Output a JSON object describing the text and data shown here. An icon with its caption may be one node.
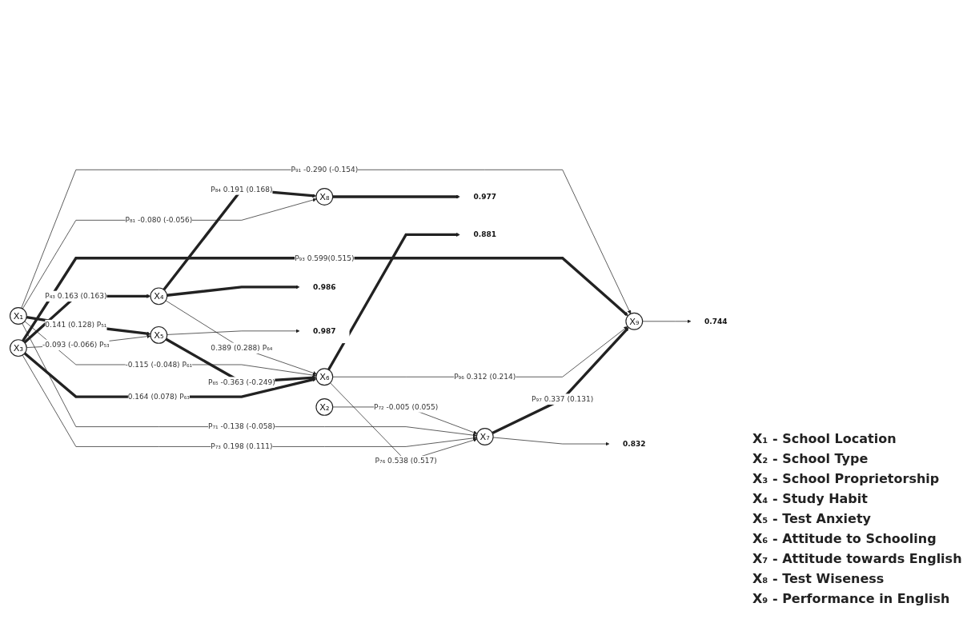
{
  "diagram": {
    "nodes": [
      {
        "text": [
          "X₁"
        ]
      },
      {
        "text": [
          "X₂"
        ]
      },
      {
        "text": [
          "X₃"
        ]
      },
      {
        "text": [
          "X₄"
        ]
      },
      {
        "text": [
          "X₅"
        ]
      },
      {
        "text": [
          "X₆"
        ]
      },
      {
        "text": [
          "X₇"
        ]
      },
      {
        "text": [
          "X₈"
        ]
      },
      {
        "text": [
          "X₉"
        ]
      },
      {
        "text": [
          "0.986"
        ]
      },
      {
        "text": [
          "0.977"
        ]
      },
      {
        "text": [
          "0.744"
        ]
      },
      {
        "text": [
          "0.832"
        ]
      },
      {
        "text": [
          "0.987"
        ]
      },
      {
        "text": [
          "0.881"
        ]
      }
    ],
    "edges": [
      {
        "from": 1,
        "to": 6,
        "arrow": "to",
        "label": "P₇₂ -0.005 (0.055)"
      },
      {
        "from": 2,
        "to": 3,
        "arrow": "to",
        "label": "P₄₃ 0.163 (0.163)",
        "style": "thick"
      },
      {
        "from": 3,
        "to": 9,
        "arrow": "to",
        "style": "thick"
      },
      {
        "from": 3,
        "to": 7,
        "arrow": "to",
        "label": "P₈₄ 0.191 (0.168)",
        "style": "thick"
      },
      {
        "from": 3,
        "to": 5,
        "arrow": "to",
        "label": "0.389 (0.288) P₆₄"
      },
      {
        "from": 7,
        "to": 10,
        "arrow": "to",
        "style": "thick"
      },
      {
        "from": 0,
        "to": 7,
        "arrow": "to",
        "label": "P₈₁ -0.080 (-0.056)"
      },
      {
        "from": 0,
        "to": 4,
        "arrow": "to",
        "label": "0.141 (0.128) P₅₁",
        "style": "thick"
      },
      {
        "from": 0,
        "to": 8,
        "arrow": "to",
        "label": "P₉₁ -0.290 (-0.154)"
      },
      {
        "from": 0,
        "to": 5,
        "arrow": "to",
        "label": "-0.115 (-0.048) P₆₁"
      },
      {
        "from": 0,
        "to": 6,
        "arrow": "to",
        "label": "P₇₁ -0.138 (-0.058)"
      },
      {
        "from": 2,
        "to": 4,
        "arrow": "to",
        "label": "-0.093 (-0.066) P₅₃"
      },
      {
        "from": 4,
        "to": 5,
        "arrow": "to",
        "label": "P₆₅ -0.363 (-0.249)",
        "style": "thick"
      },
      {
        "from": 4,
        "to": 13,
        "arrow": "to"
      },
      {
        "from": 2,
        "to": 8,
        "arrow": "to",
        "label": "P₉₃ 0.599(0.515)",
        "style": "thick"
      },
      {
        "from": 2,
        "to": 6,
        "arrow": "to",
        "label": "P₇₃ 0.198 (0.111)"
      },
      {
        "from": 2,
        "to": 5,
        "arrow": "to",
        "label": "0.164 (0.078) P₆₃",
        "style": "thick"
      },
      {
        "from": 5,
        "to": 6,
        "arrow": "to",
        "label": "P₇₆ 0.538 (0.517)"
      },
      {
        "from": 5,
        "to": 8,
        "arrow": "to",
        "label": "P₉₆ 0.312 (0.214)"
      },
      {
        "from": 6,
        "to": 8,
        "arrow": "to",
        "label": "P₉₇ 0.337 (0.131)",
        "style": "thick"
      },
      {
        "from": 5,
        "to": 14,
        "arrow": "to",
        "style": "thick"
      },
      {
        "from": 6,
        "to": 12,
        "arrow": "to"
      },
      {
        "from": 8,
        "to": 11,
        "arrow": "to"
      }
    ],
    "labels": [
      "X₁ - School Location",
      "X₂ - School Type",
      "X₃ - School Proprietorship",
      "X₄ - Study Habit",
      "X₅ - Test Anxiety",
      "X₆ - Attitude to Schooling",
      "X₇ - Attitude towards English",
      "X₈ - Test Wiseness",
      "X₉ - Performance in English"
    ]
  }
}
